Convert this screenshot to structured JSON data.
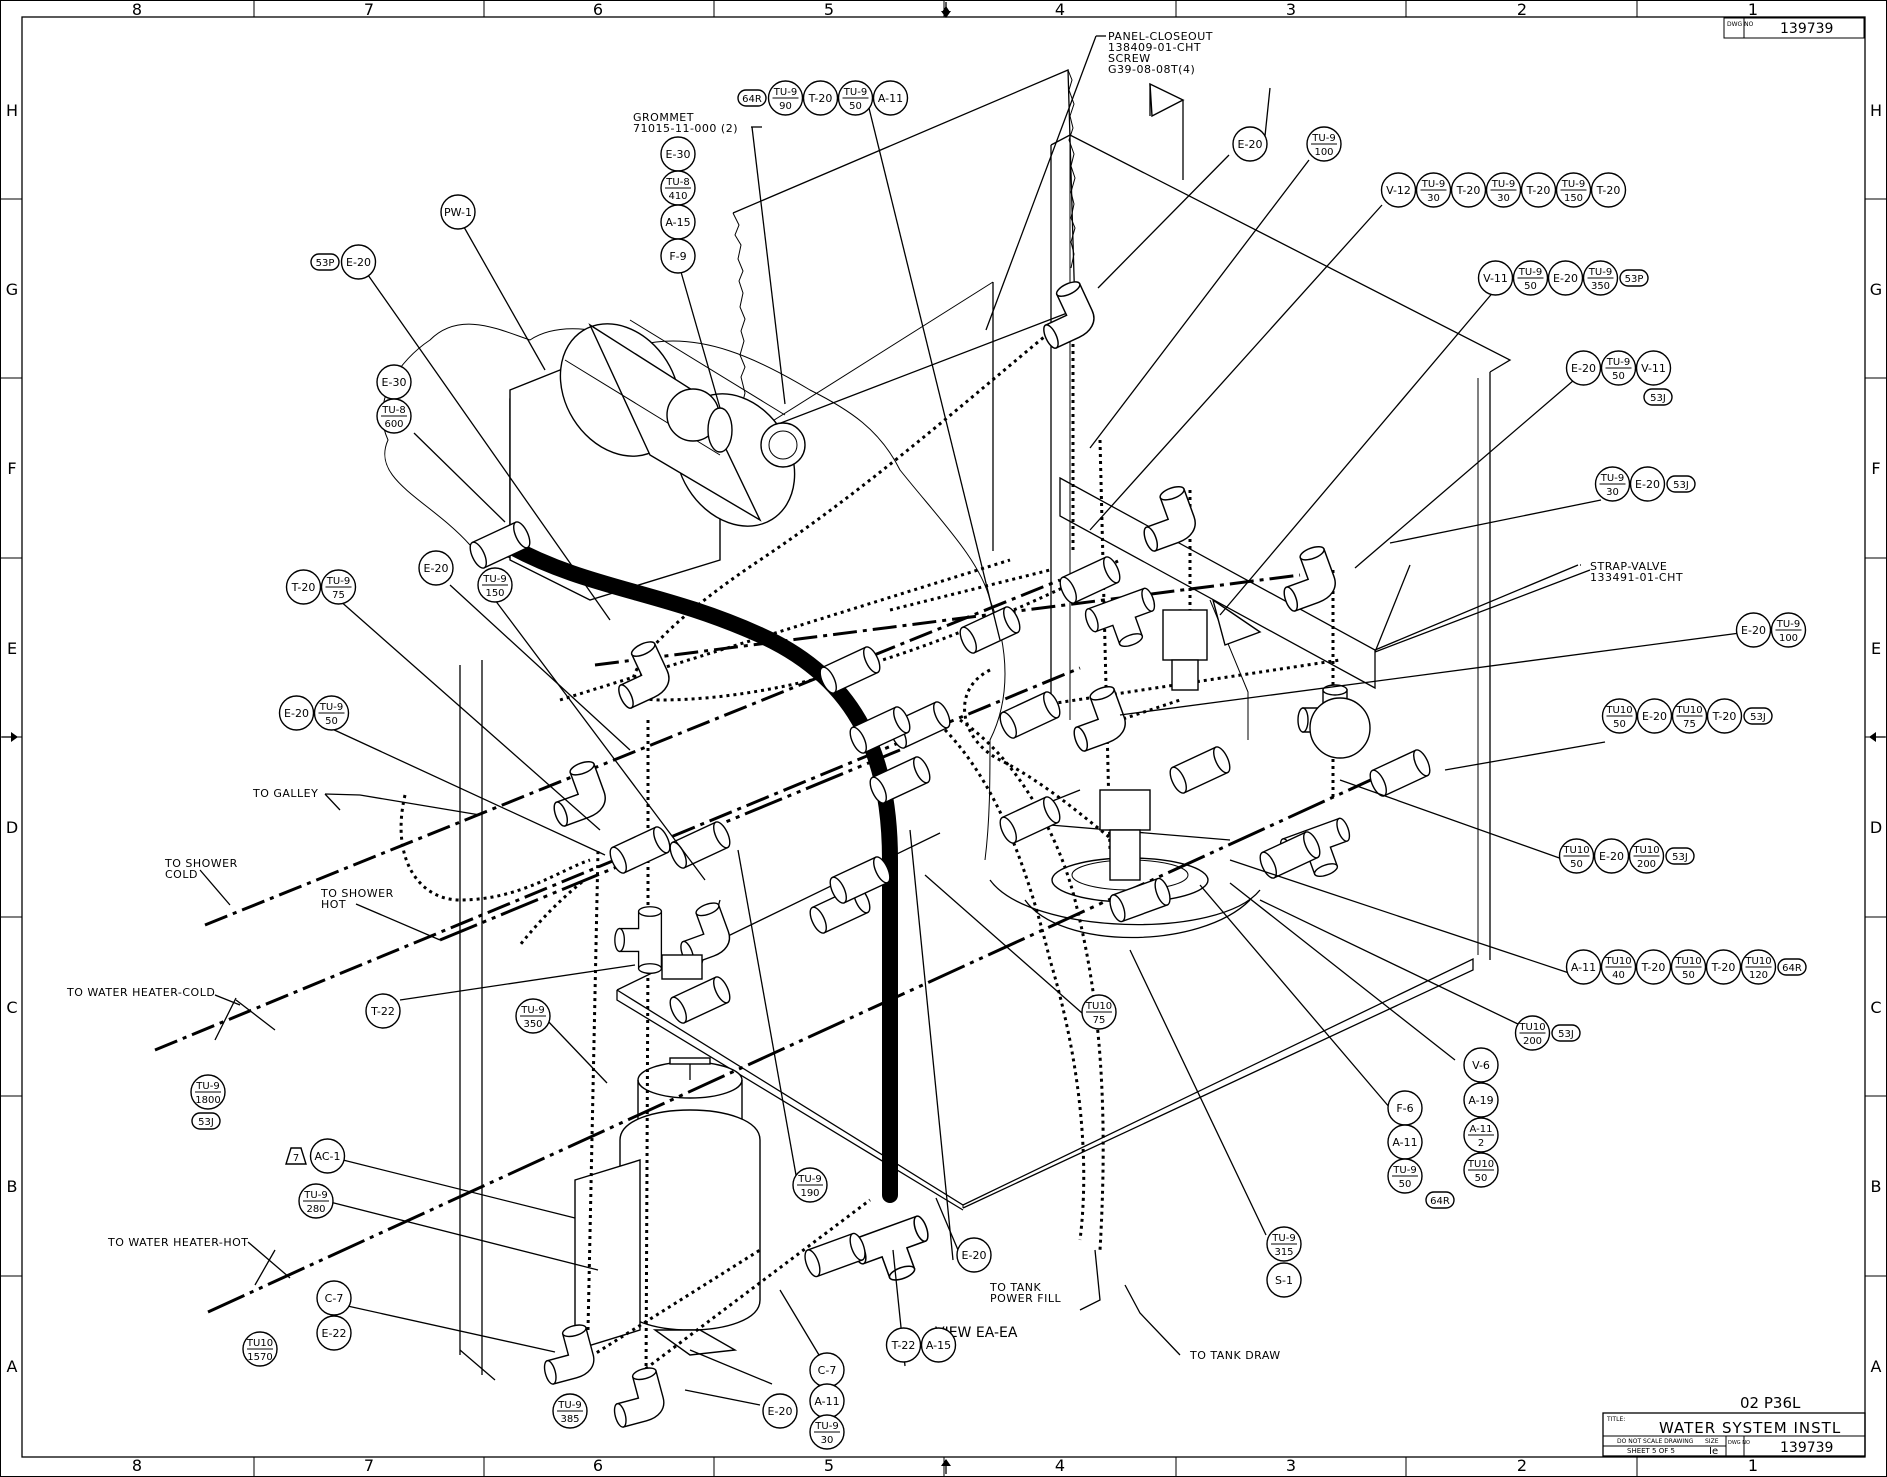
{
  "drawing": {
    "dwg_no_label": "DWG NO",
    "dwg_no": "139739",
    "sheet_code": "02 P36L",
    "view": "VIEW EA-EA",
    "title_label": "TITLE:",
    "title": "WATER SYSTEM INSTL",
    "do_not_scale": "DO NOT SCALE DRAWING",
    "sheet": "SHEET 5 OF 5",
    "size_label": "SIZE",
    "size": "Ie",
    "dwg_no_short": "DWG NO",
    "title_dwg_no": "139739"
  },
  "zones": {
    "columns": [
      "8",
      "7",
      "6",
      "5",
      "4",
      "3",
      "2",
      "1"
    ],
    "rows": [
      "H",
      "G",
      "F",
      "E",
      "D",
      "C",
      "B",
      "A"
    ]
  },
  "labels": {
    "panel_closeout": [
      "PANEL-CLOSEOUT",
      "138409-01-CHT",
      "SCREW",
      "G39-08-08T(4)"
    ],
    "grommet": [
      "GROMMET",
      "71015-11-000 (2)"
    ],
    "strap_valve": [
      "STRAP-VALVE",
      "133491-01-CHT"
    ],
    "to_galley": "TO GALLEY",
    "to_shower_cold": [
      "TO SHOWER",
      "COLD"
    ],
    "to_shower_hot": [
      "TO SHOWER",
      "HOT"
    ],
    "to_water_heater_cold": "TO WATER HEATER-COLD",
    "to_water_heater_hot": "TO WATER HEATER-HOT",
    "to_tank_power_fill": [
      "TO TANK",
      "POWER FILL"
    ],
    "to_tank_draw": "TO TANK DRAW"
  },
  "callouts": {
    "top_row": [
      {
        "kind": "tag",
        "text": "64R"
      },
      {
        "kind": "frac",
        "top": "TU-9",
        "bot": "90"
      },
      {
        "kind": "circle",
        "text": "T-20"
      },
      {
        "kind": "frac",
        "top": "TU-9",
        "bot": "50"
      },
      {
        "kind": "circle",
        "text": "A-11"
      }
    ],
    "grommet_stack": [
      {
        "kind": "circle",
        "text": "E-30"
      },
      {
        "kind": "frac",
        "top": "TU-8",
        "bot": "410"
      },
      {
        "kind": "circle",
        "text": "A-15"
      },
      {
        "kind": "circle",
        "text": "F-9"
      }
    ],
    "pw1": {
      "kind": "circle",
      "text": "PW-1"
    },
    "e20_53p": [
      {
        "kind": "tag",
        "text": "53P"
      },
      {
        "kind": "circle",
        "text": "E-20"
      }
    ],
    "e30_tu8": [
      {
        "kind": "circle",
        "text": "E-30"
      },
      {
        "kind": "frac",
        "top": "TU-8",
        "bot": "600"
      }
    ],
    "t20_tu9_75": [
      {
        "kind": "circle",
        "text": "T-20"
      },
      {
        "kind": "frac",
        "top": "TU-9",
        "bot": "75"
      }
    ],
    "e20_mid": {
      "kind": "circle",
      "text": "E-20"
    },
    "tu9_150": {
      "kind": "frac",
      "top": "TU-9",
      "bot": "150"
    },
    "e20_tu9_50_left": [
      {
        "kind": "circle",
        "text": "E-20"
      },
      {
        "kind": "frac",
        "top": "TU-9",
        "bot": "50"
      }
    ],
    "e20_top": {
      "kind": "circle",
      "text": "E-20"
    },
    "tu9_100_top": {
      "kind": "frac",
      "top": "TU-9",
      "bot": "100"
    },
    "v12_row": [
      {
        "kind": "circle",
        "text": "V-12"
      },
      {
        "kind": "frac",
        "top": "TU-9",
        "bot": "30"
      },
      {
        "kind": "circle",
        "text": "T-20"
      },
      {
        "kind": "frac",
        "top": "TU-9",
        "bot": "30"
      },
      {
        "kind": "circle",
        "text": "T-20"
      },
      {
        "kind": "frac",
        "top": "TU-9",
        "bot": "150"
      },
      {
        "kind": "circle",
        "text": "T-20"
      }
    ],
    "v11_row": [
      {
        "kind": "circle",
        "text": "V-11"
      },
      {
        "kind": "frac",
        "top": "TU-9",
        "bot": "50"
      },
      {
        "kind": "circle",
        "text": "E-20"
      },
      {
        "kind": "frac",
        "top": "TU-9",
        "bot": "350"
      },
      {
        "kind": "tag",
        "text": "53P"
      }
    ],
    "e20_v11_row": [
      {
        "kind": "circle",
        "text": "E-20"
      },
      {
        "kind": "frac",
        "top": "TU-9",
        "bot": "50"
      },
      {
        "kind": "circle",
        "text": "V-11"
      }
    ],
    "tag_53j_a": {
      "kind": "tag",
      "text": "53J"
    },
    "tu9_30_row": [
      {
        "kind": "frac",
        "top": "TU-9",
        "bot": "30"
      },
      {
        "kind": "circle",
        "text": "E-20"
      },
      {
        "kind": "tag",
        "text": "53J"
      }
    ],
    "e20_tu9_100_right": [
      {
        "kind": "circle",
        "text": "E-20"
      },
      {
        "kind": "frac",
        "top": "TU-9",
        "bot": "100"
      }
    ],
    "tu10_row": [
      {
        "kind": "frac",
        "top": "TU10",
        "bot": "50"
      },
      {
        "kind": "circle",
        "text": "E-20"
      },
      {
        "kind": "frac",
        "top": "TU10",
        "bot": "75"
      },
      {
        "kind": "circle",
        "text": "T-20"
      },
      {
        "kind": "tag",
        "text": "53J"
      }
    ],
    "tu10_row2": [
      {
        "kind": "frac",
        "top": "TU10",
        "bot": "50"
      },
      {
        "kind": "circle",
        "text": "E-20"
      },
      {
        "kind": "frac",
        "top": "TU10",
        "bot": "200"
      },
      {
        "kind": "tag",
        "text": "53J"
      }
    ],
    "a11_row": [
      {
        "kind": "circle",
        "text": "A-11"
      },
      {
        "kind": "frac",
        "top": "TU10",
        "bot": "40"
      },
      {
        "kind": "circle",
        "text": "T-20"
      },
      {
        "kind": "frac",
        "top": "TU10",
        "bot": "50"
      },
      {
        "kind": "circle",
        "text": "T-20"
      },
      {
        "kind": "frac",
        "top": "TU10",
        "bot": "120"
      },
      {
        "kind": "tag",
        "text": "64R"
      }
    ],
    "tu10_200_row": [
      {
        "kind": "frac",
        "top": "TU10",
        "bot": "200"
      },
      {
        "kind": "tag",
        "text": "53J"
      }
    ],
    "v6_stack": [
      {
        "kind": "circle",
        "text": "V-6"
      },
      {
        "kind": "circle",
        "text": "A-19"
      },
      {
        "kind": "frac",
        "top": "A-11",
        "bot": "2"
      },
      {
        "kind": "frac",
        "top": "TU10",
        "bot": "50"
      }
    ],
    "f6_stack": [
      {
        "kind": "circle",
        "text": "F-6"
      },
      {
        "kind": "circle",
        "text": "A-11"
      },
      {
        "kind": "frac",
        "top": "TU-9",
        "bot": "50"
      }
    ],
    "tag_64r_b": {
      "kind": "tag",
      "text": "64R"
    },
    "tu9_315_stack": [
      {
        "kind": "frac",
        "top": "TU-9",
        "bot": "315"
      },
      {
        "kind": "circle",
        "text": "S-1"
      }
    ],
    "tu10_75": {
      "kind": "frac",
      "top": "TU10",
      "bot": "75"
    },
    "t22_left": {
      "kind": "circle",
      "text": "T-22"
    },
    "tu9_350_left": {
      "kind": "frac",
      "top": "TU-9",
      "bot": "350"
    },
    "tu9_1800": {
      "kind": "frac",
      "top": "TU-9",
      "bot": "1800"
    },
    "tag_53j_b": {
      "kind": "tag",
      "text": "53J"
    },
    "tri7_ac1": [
      {
        "kind": "tri",
        "text": "7"
      },
      {
        "kind": "circle",
        "text": "AC-1"
      }
    ],
    "tu9_280": {
      "kind": "frac",
      "top": "TU-9",
      "bot": "280"
    },
    "tu9_190": {
      "kind": "frac",
      "top": "TU-9",
      "bot": "190"
    },
    "e20_low": {
      "kind": "circle",
      "text": "E-20"
    },
    "c7_e22": [
      {
        "kind": "circle",
        "text": "C-7"
      },
      {
        "kind": "circle",
        "text": "E-22"
      }
    ],
    "tu10_1570": {
      "kind": "frac",
      "top": "TU10",
      "bot": "1570"
    },
    "tu9_385": {
      "kind": "frac",
      "top": "TU-9",
      "bot": "385"
    },
    "e20_bottom": {
      "kind": "circle",
      "text": "E-20"
    },
    "c7_stack": [
      {
        "kind": "circle",
        "text": "C-7"
      },
      {
        "kind": "circle",
        "text": "A-11"
      },
      {
        "kind": "frac",
        "top": "TU-9",
        "bot": "30"
      }
    ],
    "t22_a15": [
      {
        "kind": "circle",
        "text": "T-22"
      },
      {
        "kind": "circle",
        "text": "A-15"
      }
    ]
  }
}
